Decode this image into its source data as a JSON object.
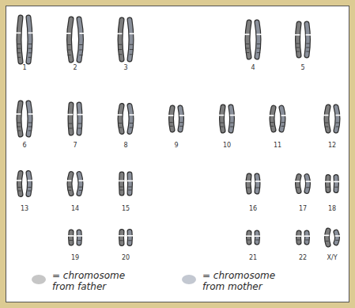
{
  "diagram": {
    "labels": [
      "1",
      "2",
      "3",
      "4",
      "5",
      "6",
      "7",
      "8",
      "9",
      "10",
      "11",
      "12",
      "13",
      "14",
      "15",
      "16",
      "17",
      "18",
      "19",
      "20",
      "21",
      "22",
      "X/Y"
    ],
    "legend": [
      {
        "text": "= chromosome from father",
        "color": "#c6c6c6"
      },
      {
        "text": "= chromosome from mother",
        "color": "#c3c8d1"
      }
    ]
  }
}
